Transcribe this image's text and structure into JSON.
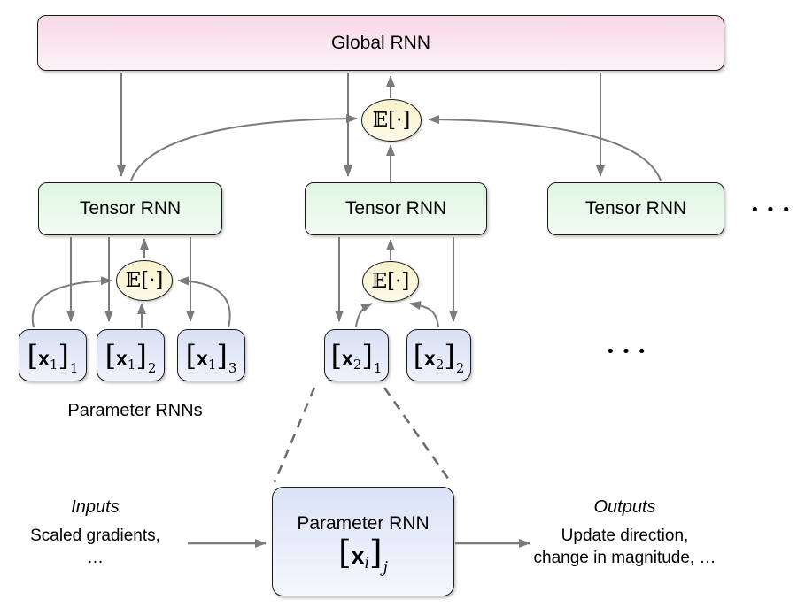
{
  "figure": {
    "global_rnn_label": "Global RNN",
    "tensor_rnn_labels": [
      "Tensor RNN",
      "Tensor RNN",
      "Tensor RNN"
    ],
    "expectation_operator": "𝔼[·]",
    "ellipsis_more_tensors": "•••",
    "ellipsis_more_param_rnns": "•••",
    "parameter_rnns_caption": "Parameter RNNs",
    "param_boxes_tensor1": [
      {
        "open": "[",
        "base": "x",
        "inner_sub": "1",
        "close": "]",
        "outer_sub": "1"
      },
      {
        "open": "[",
        "base": "x",
        "inner_sub": "1",
        "close": "]",
        "outer_sub": "2"
      },
      {
        "open": "[",
        "base": "x",
        "inner_sub": "1",
        "close": "]",
        "outer_sub": "3"
      }
    ],
    "param_boxes_tensor2": [
      {
        "open": "[",
        "base": "x",
        "inner_sub": "2",
        "close": "]",
        "outer_sub": "1"
      },
      {
        "open": "[",
        "base": "x",
        "inner_sub": "2",
        "close": "]",
        "outer_sub": "2"
      }
    ],
    "zoom_box": {
      "title": "Parameter RNN",
      "math": {
        "open": "[",
        "base": "x",
        "inner_sub": "i",
        "close": "]",
        "outer_sub": "j"
      }
    },
    "inputs": {
      "title": "Inputs",
      "line1": "Scaled gradients,",
      "line2": "…"
    },
    "outputs": {
      "title": "Outputs",
      "line1": "Update direction,",
      "line2": "change in magnitude, …"
    },
    "colors": {
      "global_box": "#f8d8e7",
      "tensor_box": "#e0f6e1",
      "param_box": "#d9e0f5",
      "expectation_fill": "#faf2cc",
      "arrow": "#7b7b7b",
      "border": "#1b1b1b"
    }
  }
}
